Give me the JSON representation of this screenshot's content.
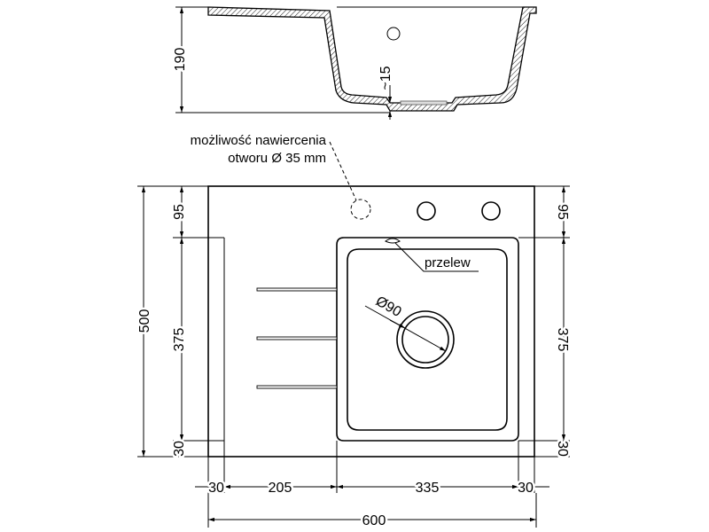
{
  "colors": {
    "line": "#000000",
    "background": "#ffffff"
  },
  "profile": {
    "height_label": "190",
    "drain_depth_label": "~15"
  },
  "note": {
    "line1": "możliwość nawiercenia",
    "line2": "otworu Ø 35 mm"
  },
  "plan": {
    "overflow_label": "przelew",
    "drain_label": "Ø90"
  },
  "dims": {
    "left": {
      "total": "500",
      "top": "95",
      "middle": "375",
      "bottom": "30"
    },
    "right": {
      "top": "95",
      "middle": "375",
      "bottom": "30"
    },
    "bottom": {
      "segments": [
        "30",
        "205",
        "335",
        "30"
      ],
      "total": "600"
    }
  }
}
